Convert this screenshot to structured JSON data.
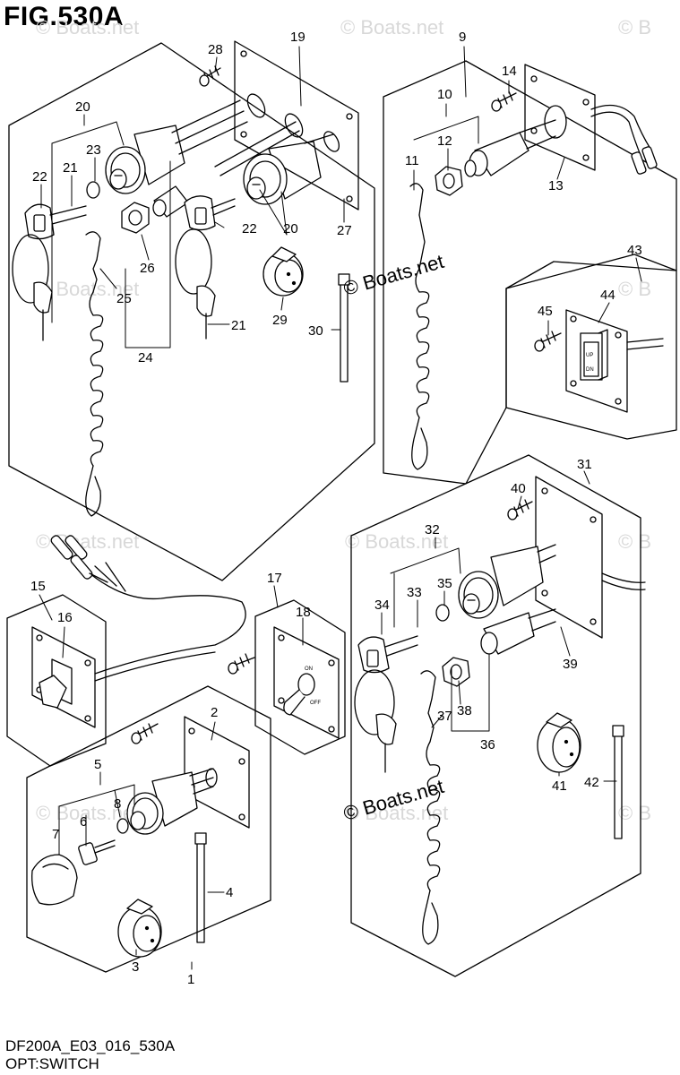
{
  "header": {
    "figure_title": "FIG.530A"
  },
  "footer": {
    "diagram_code": "DF200A_E03_016_530A",
    "diagram_name": "OPT:SWITCH"
  },
  "watermarks": {
    "main": "© Boats.net",
    "faint": "© Boats.net",
    "edge": "© B"
  },
  "switch_labels": {
    "up": "UP",
    "dn": "DN",
    "on": "ON",
    "off": "OFF"
  },
  "callouts": {
    "c1": "1",
    "c2": "2",
    "c3": "3",
    "c4": "4",
    "c5": "5",
    "c6": "6",
    "c7": "7",
    "c8": "8",
    "c9": "9",
    "c10": "10",
    "c11": "11",
    "c12": "12",
    "c13": "13",
    "c14": "14",
    "c15": "15",
    "c16": "16",
    "c17": "17",
    "c18": "18",
    "c19": "19",
    "c20a": "20",
    "c20b": "20",
    "c21a": "21",
    "c21b": "21",
    "c22a": "22",
    "c22b": "22",
    "c23": "23",
    "c24": "24",
    "c25": "25",
    "c26": "26",
    "c27": "27",
    "c28": "28",
    "c29": "29",
    "c30": "30",
    "c31": "31",
    "c32": "32",
    "c33": "33",
    "c34": "34",
    "c35": "35",
    "c36": "36",
    "c37": "37",
    "c38": "38",
    "c39": "39",
    "c40": "40",
    "c41": "41",
    "c42": "42",
    "c43": "43",
    "c44": "44",
    "c45": "45"
  }
}
